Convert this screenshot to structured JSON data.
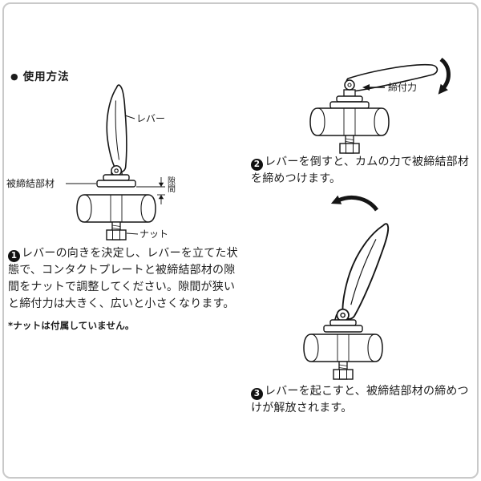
{
  "header": {
    "bullet": "●",
    "title": "使用方法"
  },
  "figure1": {
    "lever_label": "レバー",
    "member_label": "被締結部材",
    "nut_label": "ナット",
    "gap_label": "隙間"
  },
  "figure2": {
    "force_label": "締付力"
  },
  "steps": [
    {
      "num": "1",
      "text": "レバーの向きを決定し、レバーを立てた状態で、コンタクトプレートと被締結部材の隙間をナットで調整してください。隙間が狭いと締付力は大きく、広いと小さくなります。"
    },
    {
      "num": "2",
      "text": "レバーを倒すと、カムの力で被締結部材を締めつけます。"
    },
    {
      "num": "3",
      "text": "レバーを起こすと、被締結部材の締めつけが解放されます。"
    }
  ],
  "note": "*ナットは付属していません。"
}
